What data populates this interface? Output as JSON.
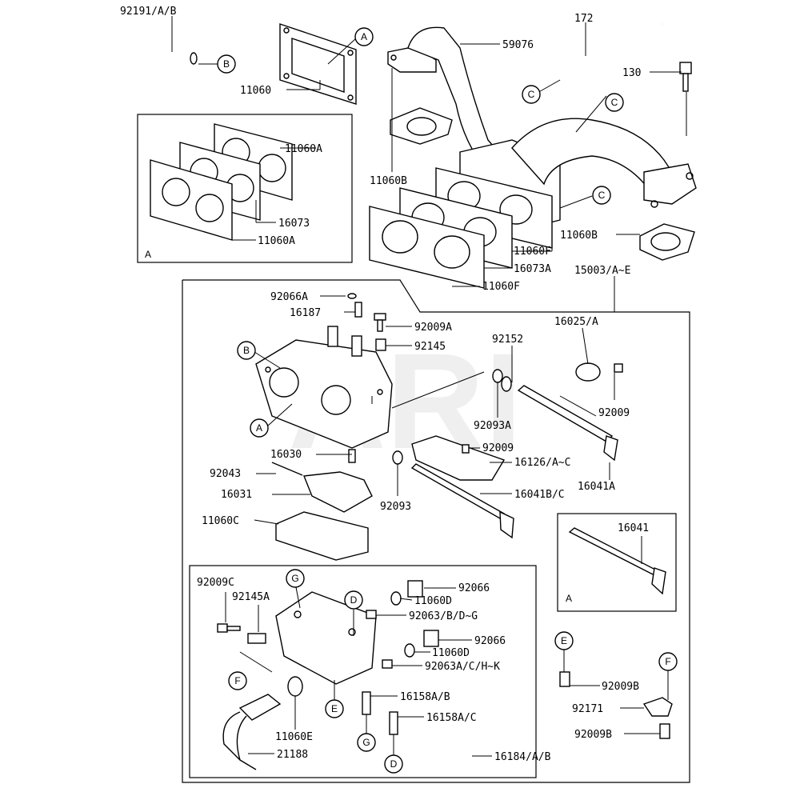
{
  "watermark": "ARI",
  "callouts": {
    "a": "A",
    "b": "B",
    "c": "C",
    "d": "D",
    "e": "E",
    "f": "F",
    "g": "G"
  },
  "labels": {
    "p92191": "92191/A/B",
    "p11060": "11060",
    "p59076": "59076",
    "p172": "172",
    "p130": "130",
    "p11060a_1": "11060A",
    "p16073": "16073",
    "p11060a_2": "11060A",
    "p11060b_1": "11060B",
    "p11060b_2": "11060B",
    "p11060f_1": "11060F",
    "p16073a": "16073A",
    "p11060f_2": "11060F",
    "p15003": "15003/A~E",
    "p92066a": "92066A",
    "p16187": "16187",
    "p92009a": "92009A",
    "p92145": "92145",
    "p92152": "92152",
    "p16025": "16025/A",
    "p92093a": "92093A",
    "p92009_1": "92009",
    "p92009_2": "92009",
    "p16126": "16126/A~C",
    "p16030": "16030",
    "p92043": "92043",
    "p16031": "16031",
    "p92093": "92093",
    "p16041bc": "16041B/C",
    "p16041a": "16041A",
    "p11060c": "11060C",
    "p16041": "16041",
    "p92009c": "92009C",
    "p92145a": "92145A",
    "p92066_1": "92066",
    "p11060d_1": "11060D",
    "p92063bdg": "92063/B/D~G",
    "p92066_2": "92066",
    "p11060d_2": "11060D",
    "p92063achk": "92063A/C/H~K",
    "p16158ab": "16158A/B",
    "p16158ac": "16158A/C",
    "p11060e": "11060E",
    "p21188": "21188",
    "p16184": "16184/A/B",
    "p92009b_1": "92009B",
    "p92171": "92171",
    "p92009b_2": "92009B"
  }
}
